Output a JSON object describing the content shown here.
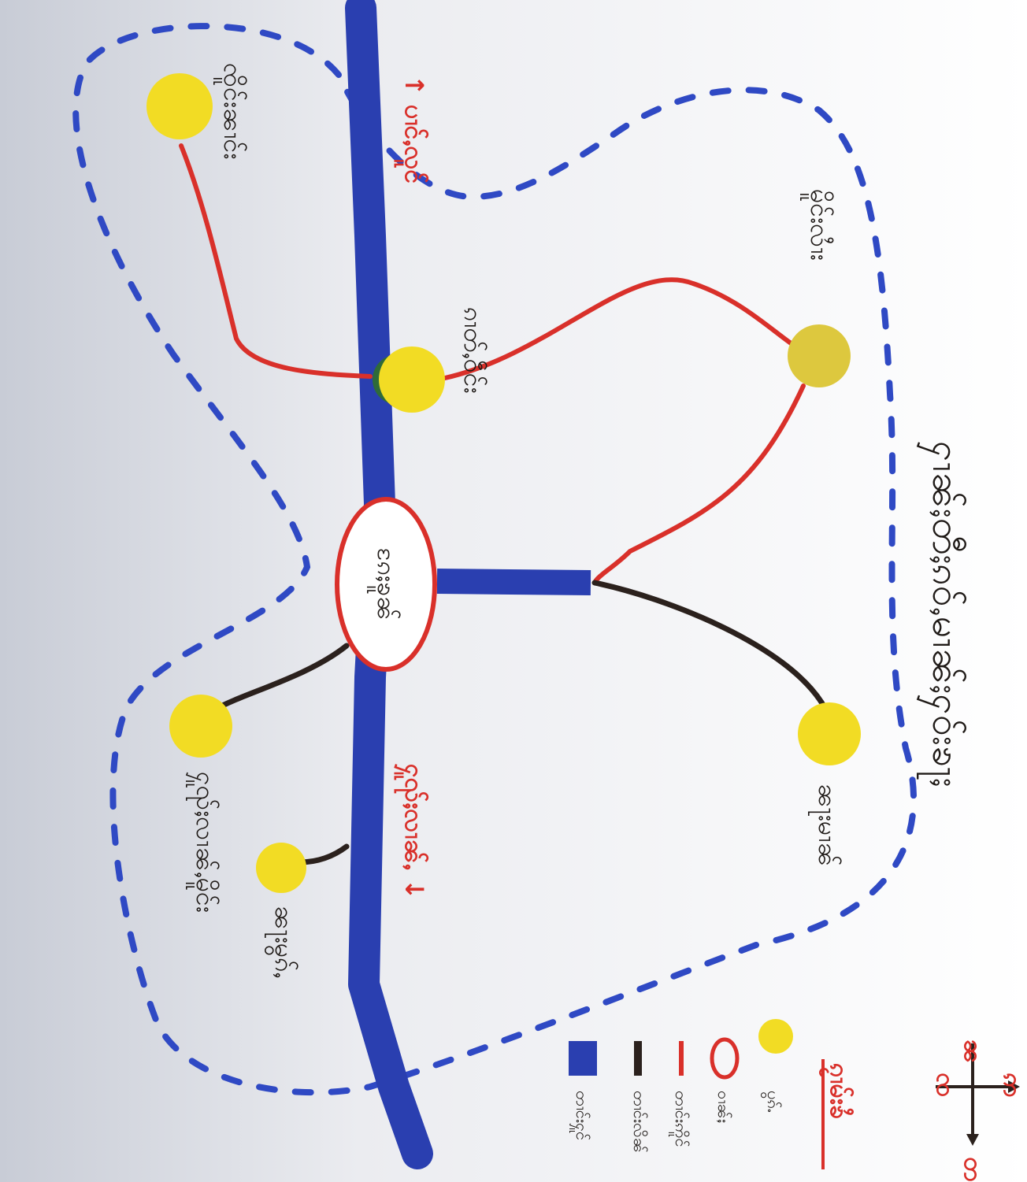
{
  "map": {
    "title": "ႁၢၼ်ႈတီႈၵဝ်ႇမၢၼ်ႈႁဝ်းၶႃႈ",
    "center_village": "ၵႄႈၶူၼ်",
    "places": {
      "northeast": "ၸိူင်းၼၢင်း",
      "crossing": "ၵၢတ်ႇဝဵင်း",
      "east_mid": "မိူင်းလၢႆး",
      "south": "ၼႃးမၢၼ်",
      "west_upper": "ႁူၺ်ႈလၢၼ်ႇမိူင်း",
      "west_lower": "ၼႃးမွၵ်ႇ"
    },
    "road_directions": {
      "east": "↑ ပၢင်ႇလူင်",
      "west": "ႁူၺ်ႈလၢၼ်ႇ ↓"
    },
    "legend": {
      "title": "ၵႂၢမ်းၶႆ",
      "items": [
        {
          "symbol": "highway",
          "label": "တၢင်းႁူင်"
        },
        {
          "symbol": "dirt-road",
          "label": "တၢင်းလိၼ်"
        },
        {
          "symbol": "path",
          "label": "တၢင်းဢိူင်"
        },
        {
          "symbol": "village-circle",
          "label": "ဝၢၼ်ႈ"
        },
        {
          "symbol": "dot",
          "label": "ပွၵ်ႉ"
        }
      ]
    },
    "compass": {
      "north": "ၼ",
      "east": "ဢ",
      "south": "ၸ",
      "west": "တ"
    },
    "colors": {
      "road": "#2a3fb0",
      "path": "#d9302a",
      "dirt": "#2b211d",
      "dot": "#f2dc24",
      "boundary": "#2f49c4"
    }
  }
}
